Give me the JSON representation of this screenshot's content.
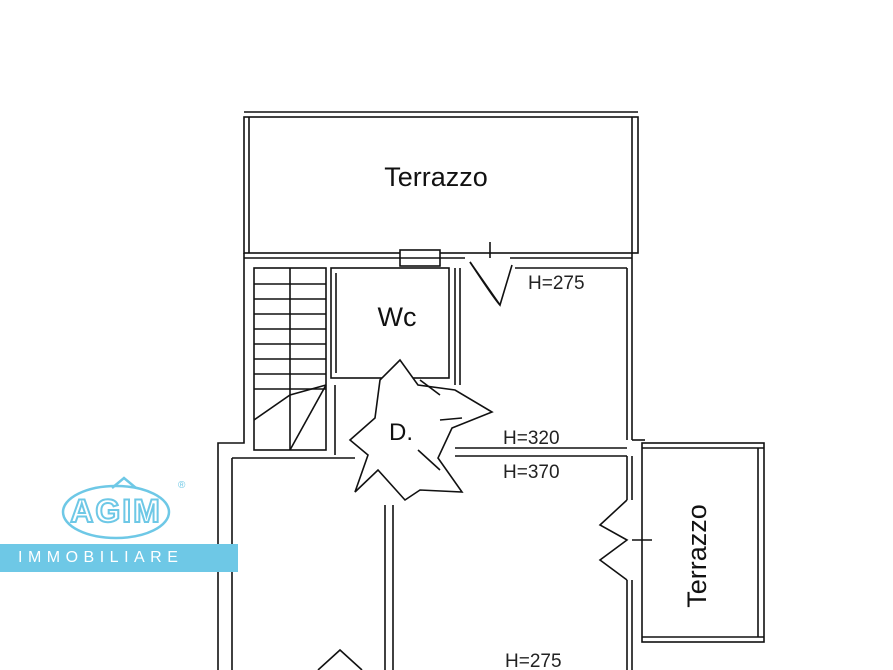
{
  "rooms": {
    "terrace_top": "Terrazzo",
    "terrace_right": "Terrazzo",
    "wc": "Wc",
    "storage": "D."
  },
  "heights": {
    "h1": "H=275",
    "h2": "H=320",
    "h3": "H=370",
    "h4": "H=275"
  },
  "logo": {
    "mark": "AGIM",
    "registered": "®",
    "tagline": "IMMOBILIARE",
    "color": "#6ec8e6"
  }
}
